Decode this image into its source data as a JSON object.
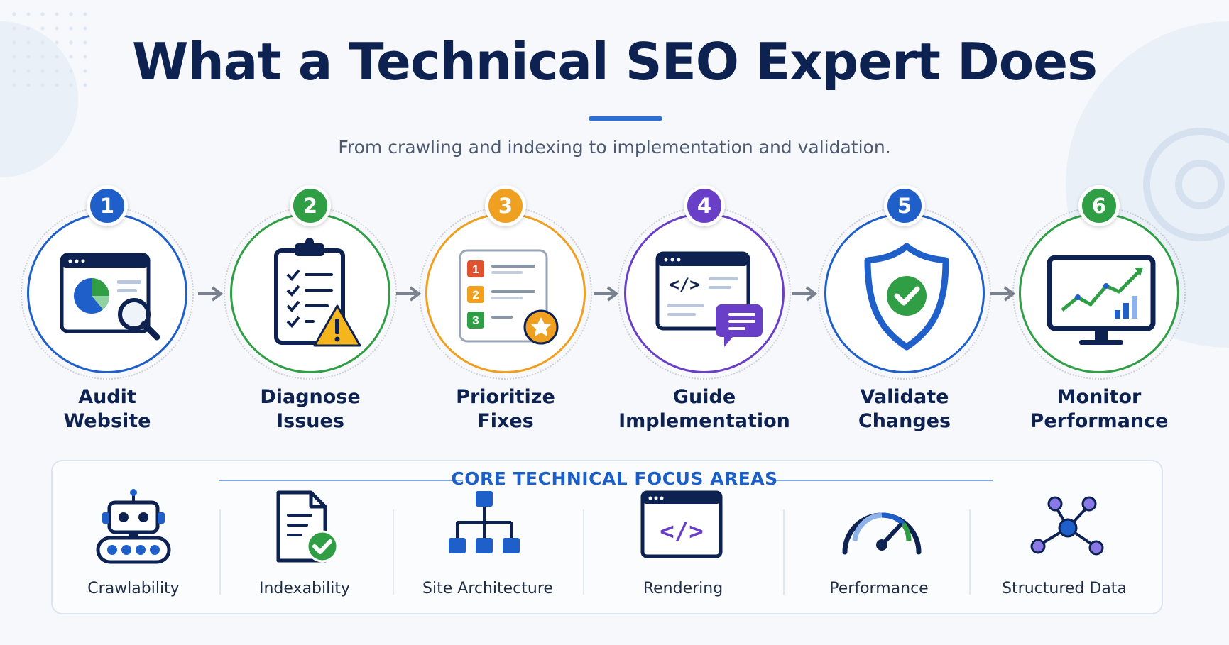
{
  "title": "What a Technical SEO Expert Does",
  "subtitle": "From crawling and indexing to implementation and validation.",
  "steps": [
    {
      "number": "1",
      "line1": "Audit",
      "line2": "Website",
      "color": "#1f5fc9",
      "icon": "audit-website-icon"
    },
    {
      "number": "2",
      "line1": "Diagnose",
      "line2": "Issues",
      "color": "#2f9e44",
      "icon": "clipboard-warning-icon"
    },
    {
      "number": "3",
      "line1": "Prioritize",
      "line2": "Fixes",
      "color": "#f0a020",
      "icon": "priority-list-icon"
    },
    {
      "number": "4",
      "line1": "Guide",
      "line2": "Implementation",
      "color": "#6a3fc8",
      "icon": "code-window-chat-icon"
    },
    {
      "number": "5",
      "line1": "Validate",
      "line2": "Changes",
      "color": "#1f5fc9",
      "icon": "shield-check-icon"
    },
    {
      "number": "6",
      "line1": "Monitor",
      "line2": "Performance",
      "color": "#2f9e44",
      "icon": "monitor-chart-icon"
    }
  ],
  "focus": {
    "heading": "CORE TECHNICAL FOCUS AREAS",
    "items": [
      {
        "label": "Crawlability",
        "icon": "crawler-robot-icon"
      },
      {
        "label": "Indexability",
        "icon": "document-check-icon"
      },
      {
        "label": "Site Architecture",
        "icon": "sitemap-icon"
      },
      {
        "label": "Rendering",
        "icon": "code-window-icon"
      },
      {
        "label": "Performance",
        "icon": "speed-gauge-icon"
      },
      {
        "label": "Structured Data",
        "icon": "network-nodes-icon"
      }
    ]
  },
  "colors": {
    "navy": "#0d2250",
    "blue": "#1f5fc9",
    "green": "#2f9e44",
    "orange": "#f0a020",
    "purple": "#6a3fc8",
    "red": "#e0522e"
  }
}
